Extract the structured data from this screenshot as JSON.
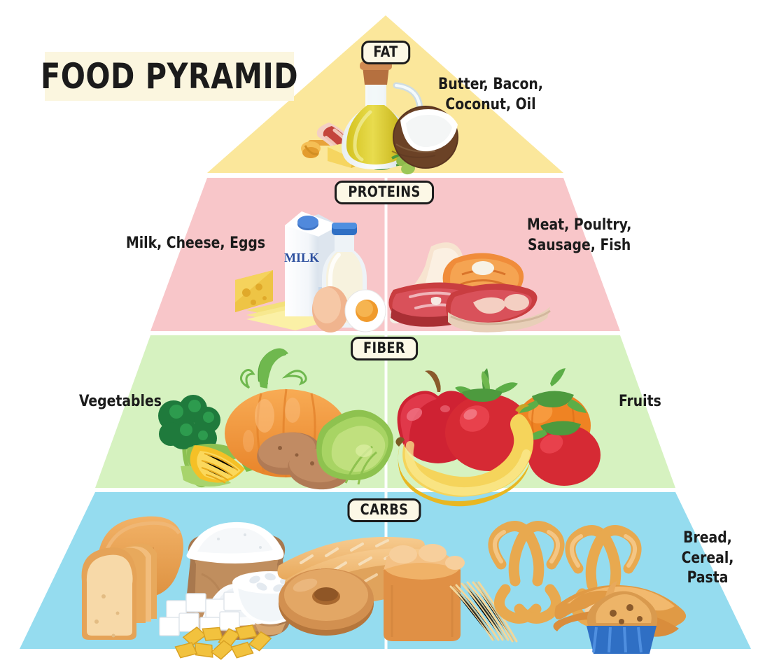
{
  "title": "FOOD PYRAMID",
  "colors": {
    "fat": "#FBE79B",
    "proteins": "#F8C6C9",
    "fiber": "#D6F2C0",
    "carbs": "#95DCEF",
    "title_bg": "#FBF6DF",
    "pill_bg": "#FCF8E6",
    "ink": "#1b1b1b",
    "background": "#FFFFFF"
  },
  "tiers": [
    {
      "key": "fat",
      "label": "FAT",
      "color": "#FBE79B",
      "right_text": "Butter, Bacon,\nCoconut, Oil",
      "foods": [
        "bacon",
        "butter",
        "olive oil bottle",
        "avocado",
        "olives",
        "coconut",
        "honey"
      ]
    },
    {
      "key": "proteins",
      "label": "PROTEINS",
      "color": "#F8C6C9",
      "left_text": "Milk, Cheese, Eggs",
      "right_text": "Meat, Poultry,\nSausage, Fish",
      "foods": [
        "milk carton",
        "milk bottle",
        "cheese wedge",
        "cheese slices",
        "egg",
        "chicken drumstick",
        "salmon steak",
        "steak",
        "ham"
      ]
    },
    {
      "key": "fiber",
      "label": "FIBER",
      "color": "#D6F2C0",
      "left_text": "Vegetables",
      "right_text": "Fruits",
      "foods": [
        "broccoli",
        "corn",
        "pumpkin",
        "potatoes",
        "cabbage",
        "apple",
        "banana",
        "tomatoes"
      ]
    },
    {
      "key": "carbs",
      "label": "CARBS",
      "color": "#95DCEF",
      "right_text": "Bread,\nCereal,\nPasta",
      "foods": [
        "sliced bread loaf",
        "flour sack",
        "sugar cubes",
        "rice bowl",
        "pasta",
        "baguettes",
        "bagel",
        "bread loaf",
        "pretzels",
        "croissant",
        "muffin",
        "spaghetti"
      ]
    }
  ],
  "milk_carton_label": "MILK"
}
